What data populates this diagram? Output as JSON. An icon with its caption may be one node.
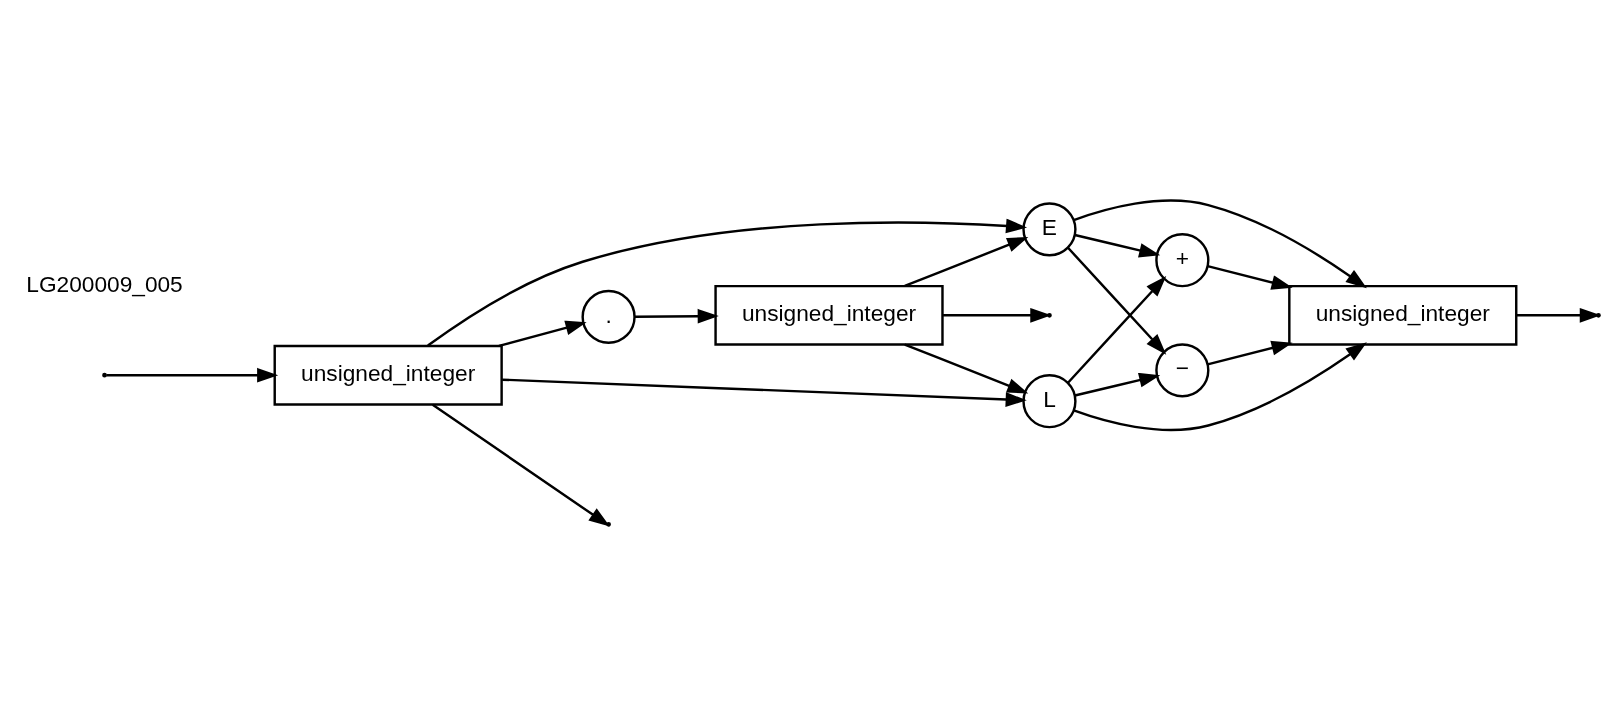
{
  "diagram": {
    "nodes": [
      {
        "text": [
          "unsigned_integer"
        ]
      },
      {
        "text": [
          "."
        ]
      },
      {
        "text": [
          "unsigned_integer"
        ]
      },
      {
        "text": [
          "E"
        ]
      },
      {
        "text": [
          "L"
        ]
      },
      {
        "text": [
          "+"
        ]
      },
      {
        "text": [
          "−"
        ]
      },
      {
        "text": [
          "unsigned_integer"
        ]
      }
    ],
    "edges": [
      {
        "from": 0,
        "to": 1,
        "arrow": "to"
      },
      {
        "from": 1,
        "to": 2,
        "arrow": "to"
      },
      {
        "from": 0,
        "to": 3,
        "arrow": "to"
      },
      {
        "from": 0,
        "to": 4,
        "arrow": "to"
      },
      {
        "from": 0,
        "to": null,
        "arrow": "to"
      },
      {
        "from": null,
        "to": 0,
        "arrow": "to"
      },
      {
        "from": 2,
        "to": 3,
        "arrow": "to"
      },
      {
        "from": 2,
        "to": 4,
        "arrow": "to"
      },
      {
        "from": 2,
        "to": null,
        "arrow": "to"
      },
      {
        "from": 3,
        "to": 7,
        "arrow": "to"
      },
      {
        "from": 3,
        "to": 5,
        "arrow": "to"
      },
      {
        "from": 3,
        "to": 6,
        "arrow": "to"
      },
      {
        "from": 4,
        "to": 7,
        "arrow": "to"
      },
      {
        "from": 4,
        "to": 5,
        "arrow": "to"
      },
      {
        "from": 4,
        "to": 6,
        "arrow": "to"
      },
      {
        "from": 5,
        "to": 7,
        "arrow": "to"
      },
      {
        "from": 6,
        "to": 7,
        "arrow": "to"
      },
      {
        "from": 7,
        "to": null,
        "arrow": "to"
      }
    ],
    "labels": [
      "LG200009_005"
    ]
  }
}
